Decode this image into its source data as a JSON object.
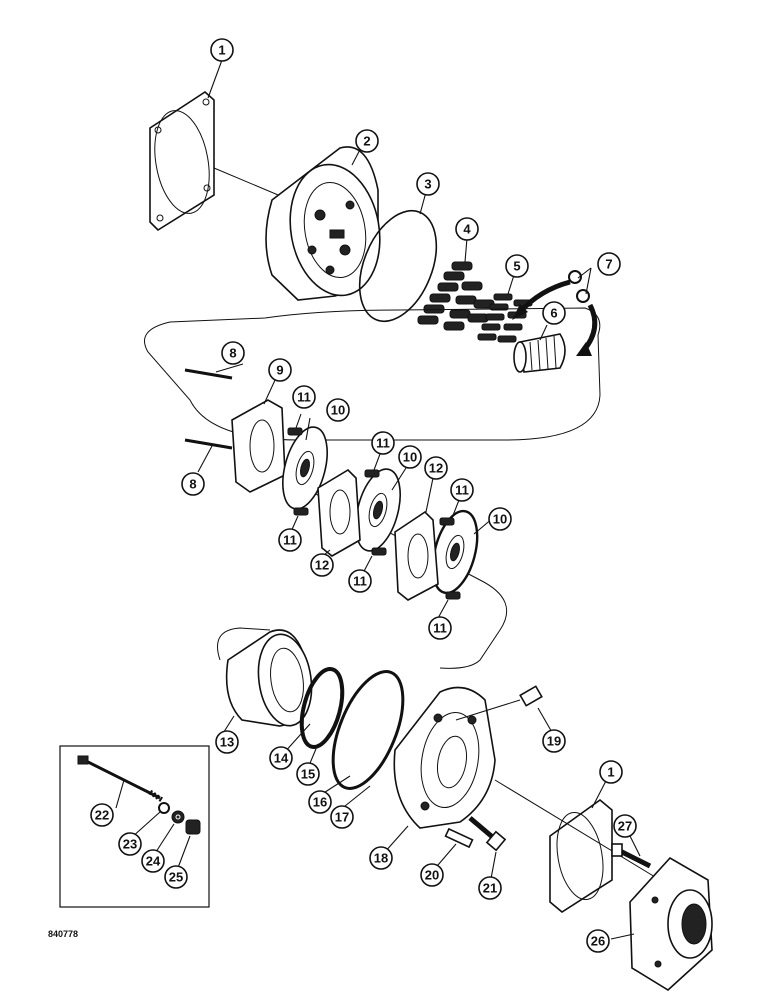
{
  "drawing_ref": "840778",
  "callouts": [
    "1",
    "2",
    "3",
    "4",
    "5",
    "6",
    "7",
    "8",
    "9",
    "10",
    "11",
    "12",
    "13",
    "14",
    "15",
    "16",
    "17",
    "18",
    "19",
    "20",
    "21",
    "22",
    "23",
    "24",
    "25",
    "26",
    "27"
  ]
}
